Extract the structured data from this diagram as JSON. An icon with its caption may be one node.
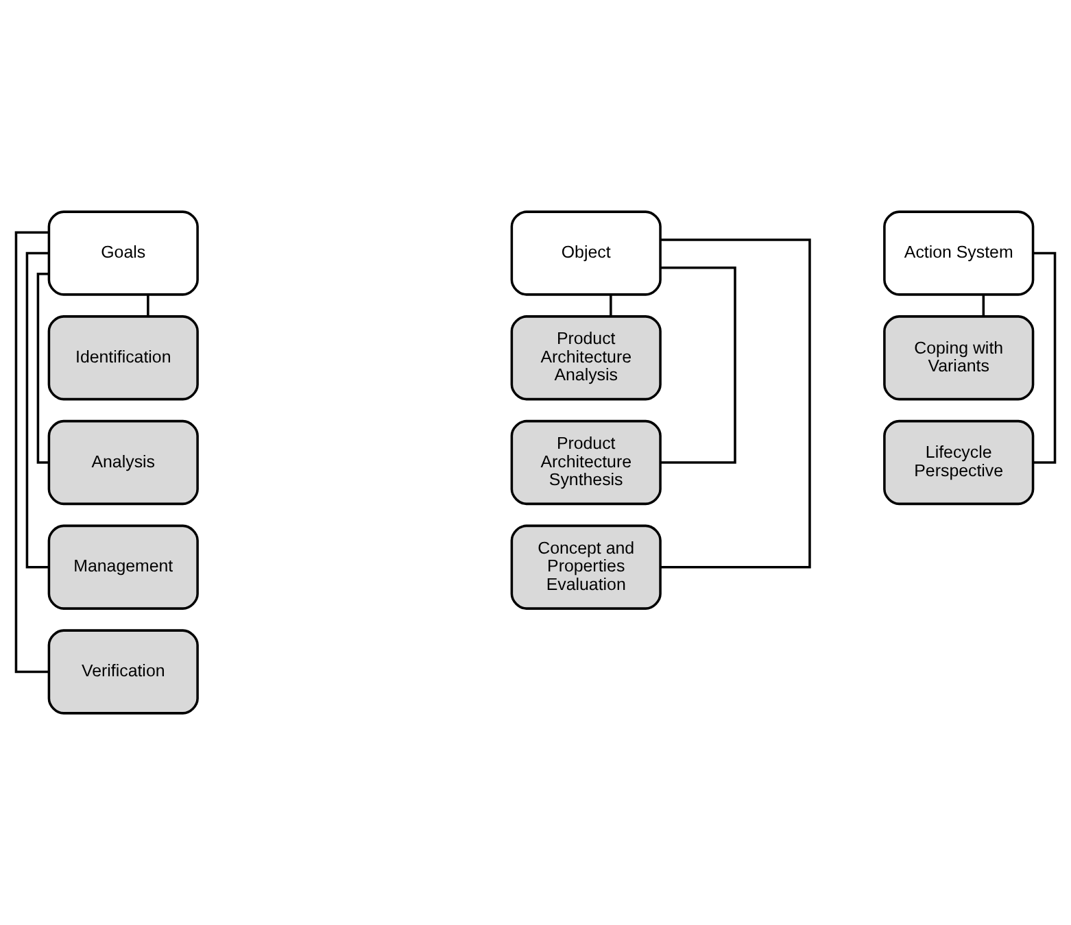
{
  "diagram": {
    "nodes": [
      {
        "text": [
          "Goals"
        ]
      },
      {
        "text": [
          "Identification"
        ]
      },
      {
        "text": [
          "Analysis"
        ]
      },
      {
        "text": [
          "Management"
        ]
      },
      {
        "text": [
          "Verification"
        ]
      },
      {
        "text": [
          "Object"
        ]
      },
      {
        "text": [
          "Product Architecture Analysis"
        ]
      },
      {
        "text": [
          "Product Architecture Synthesis"
        ]
      },
      {
        "text": [
          "Concept and Properties Evaluation"
        ]
      },
      {
        "text": [
          "Action System"
        ]
      },
      {
        "text": [
          "Coping with Variants"
        ]
      },
      {
        "text": [
          "Lifecycle Perspective"
        ]
      }
    ],
    "edges": [
      {
        "from": 0,
        "to": 1,
        "arrow": "none"
      },
      {
        "from": 0,
        "to": 2,
        "arrow": "none"
      },
      {
        "from": 0,
        "to": 3,
        "arrow": "none"
      },
      {
        "from": 0,
        "to": 4,
        "arrow": "none"
      },
      {
        "from": 5,
        "to": 6,
        "arrow": "none"
      },
      {
        "from": 5,
        "to": 7,
        "arrow": "none"
      },
      {
        "from": 5,
        "to": 8,
        "arrow": "none"
      },
      {
        "from": 9,
        "to": 10,
        "arrow": "none"
      },
      {
        "from": 9,
        "to": 11,
        "arrow": "none"
      }
    ]
  }
}
